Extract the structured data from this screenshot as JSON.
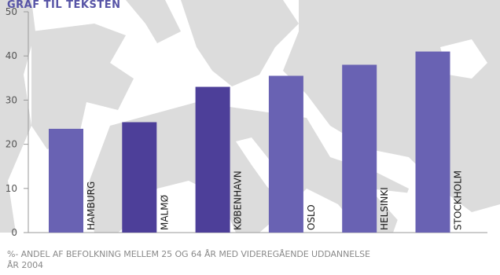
{
  "chart_data": {
    "type": "bar",
    "title": "GRAF TIL TEKSTEN",
    "categories": [
      "HAMBURG",
      "MALMØ",
      "KØBENHAVN",
      "OSLO",
      "HELSINKI",
      "STOCKHOLM"
    ],
    "values": [
      23.5,
      25,
      33,
      35.5,
      38,
      41
    ],
    "ylim": [
      0,
      50
    ],
    "yticks": [
      0,
      10,
      20,
      30,
      40,
      50
    ],
    "ytick_labels": [
      "0",
      "10",
      "20",
      "30",
      "40",
      "50"
    ],
    "xlabel": "",
    "ylabel": "",
    "grid": false,
    "bar_colors": [
      "#6962b3",
      "#4d3f99",
      "#4d3f99",
      "#6962b3",
      "#6962b3",
      "#6962b3"
    ]
  },
  "caption": {
    "line1": "%- ANDEL AF BEFOLKNING MELLEM 25 OG 64 ÅR MED VIDEREGÅENDE UDDANNELSE",
    "line2": "ÅR 2004"
  },
  "colors": {
    "map_land": "#dcdcdc",
    "map_sea": "#ffffff",
    "axis": "#9a9a9a"
  }
}
